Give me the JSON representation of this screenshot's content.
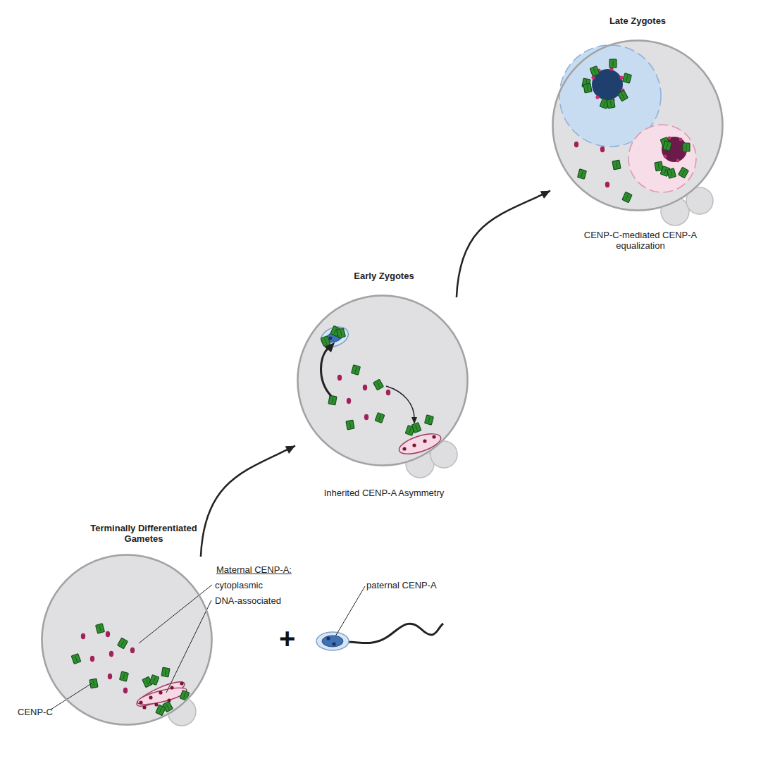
{
  "diagram": {
    "nodes": [
      {
        "text": [
          "Terminally Differentiated Gametes"
        ]
      },
      {
        "text": [
          "Early Zygotes",
          "Inherited CENP-A Asymmetry"
        ]
      },
      {
        "text": [
          "Late Zygotes",
          "CENP-C-mediated CENP-A equalization"
        ]
      }
    ],
    "edges": [
      {
        "from": 0,
        "to": 1,
        "arrow": "to"
      },
      {
        "from": 1,
        "to": 2,
        "arrow": "to"
      }
    ],
    "labels": [
      "Maternal CENP-A:",
      "cytoplasmic",
      "DNA-associated",
      "paternal CENP-A",
      "CENP-C",
      "+"
    ]
  }
}
